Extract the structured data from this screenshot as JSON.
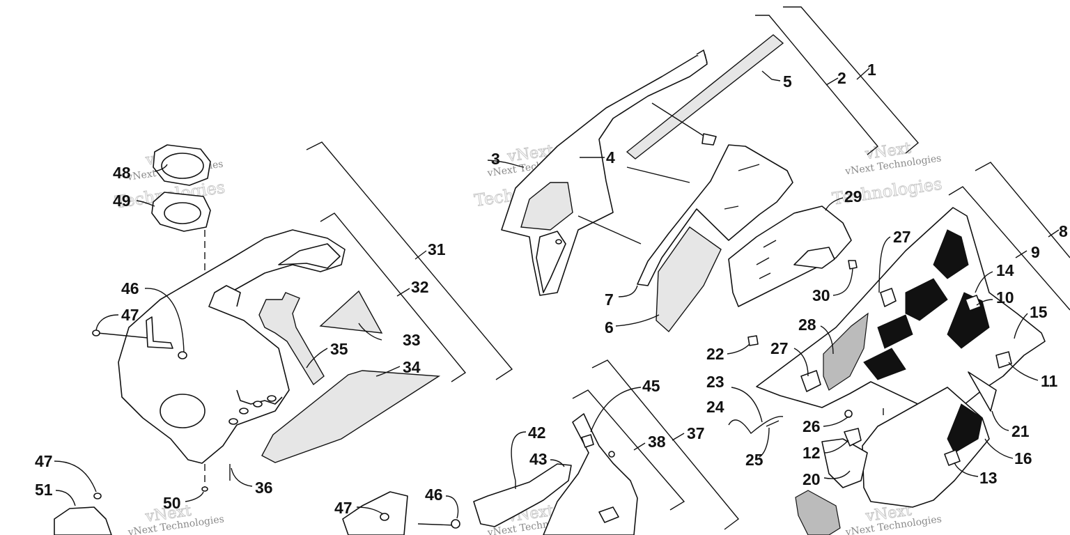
{
  "watermark": {
    "line1": "vNext Technologies",
    "line2": "vNext",
    "line3": "Technologies"
  },
  "callouts": {
    "c1": "1",
    "c2": "2",
    "c3": "3",
    "c4": "4",
    "c5": "5",
    "c6": "6",
    "c7": "7",
    "c8": "8",
    "c9": "9",
    "c10": "10",
    "c11": "11",
    "c12": "12",
    "c13": "13",
    "c14": "14",
    "c15": "15",
    "c16": "16",
    "c20": "20",
    "c21": "21",
    "c22": "22",
    "c23": "23",
    "c24": "24",
    "c25": "25",
    "c26": "26",
    "c27a": "27",
    "c27b": "27",
    "c28": "28",
    "c29": "29",
    "c30": "30",
    "c31": "31",
    "c32": "32",
    "c33": "33",
    "c34": "34",
    "c35": "35",
    "c36": "36",
    "c37": "37",
    "c38": "38",
    "c42": "42",
    "c43": "43",
    "c45": "45",
    "c46a": "46",
    "c46b": "46",
    "c47a": "47",
    "c47b": "47",
    "c47c": "47",
    "c48": "48",
    "c49": "49",
    "c50": "50",
    "c51": "51"
  }
}
